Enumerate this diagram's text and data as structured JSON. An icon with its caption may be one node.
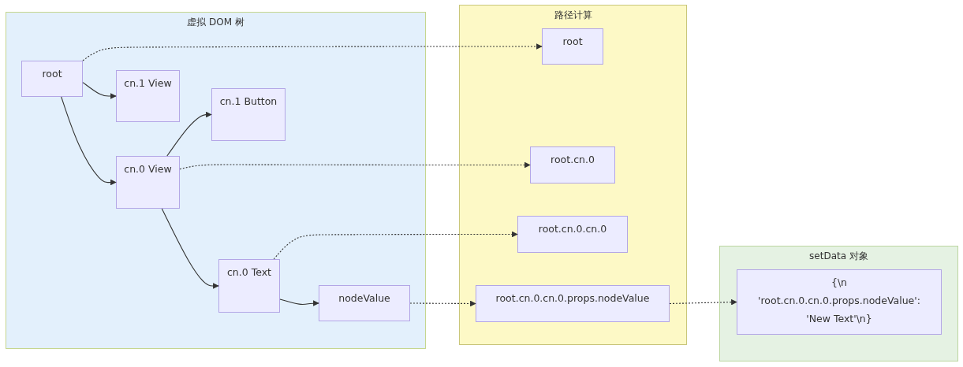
{
  "diagram": {
    "nodes": [
      {
        "text": [
          "虚拟 DOM 树"
        ]
      },
      {
        "text": [
          "root"
        ],
        "in": 0
      },
      {
        "text": [
          "cn.1 View"
        ],
        "in": 0
      },
      {
        "text": [
          "cn.1 Button"
        ],
        "in": 0
      },
      {
        "text": [
          "cn.0 View"
        ],
        "in": 0
      },
      {
        "text": [
          "cn.0 Text"
        ],
        "in": 0
      },
      {
        "text": [
          "nodeValue"
        ],
        "in": 0
      },
      {
        "text": [
          "路径计算"
        ]
      },
      {
        "text": [
          "root"
        ],
        "in": 7
      },
      {
        "text": [
          "root.cn.0"
        ],
        "in": 7
      },
      {
        "text": [
          "root.cn.0.cn.0"
        ],
        "in": 7
      },
      {
        "text": [
          "root.cn.0.cn.0.props.nodeValue"
        ],
        "in": 7
      },
      {
        "text": [
          "setData 对象"
        ]
      },
      {
        "text": [
          "{\\n 'root.cn.0.cn.0.props.nodeValue': 'New Text'\\n}"
        ],
        "in": 12
      }
    ],
    "edges": [
      {
        "from": 1,
        "to": 2,
        "arrow": "to"
      },
      {
        "from": 1,
        "to": 4,
        "arrow": "to"
      },
      {
        "from": 4,
        "to": 3,
        "arrow": "to"
      },
      {
        "from": 4,
        "to": 5,
        "arrow": "to"
      },
      {
        "from": 5,
        "to": 6,
        "arrow": "to"
      },
      {
        "from": 1,
        "to": 8,
        "arrow": "to",
        "style": "dashed"
      },
      {
        "from": 4,
        "to": 9,
        "arrow": "to",
        "style": "dashed"
      },
      {
        "from": 5,
        "to": 10,
        "arrow": "to",
        "style": "dashed"
      },
      {
        "from": 6,
        "to": 11,
        "arrow": "to",
        "style": "dashed"
      },
      {
        "from": 11,
        "to": 13,
        "arrow": "to",
        "style": "dashed"
      }
    ]
  }
}
